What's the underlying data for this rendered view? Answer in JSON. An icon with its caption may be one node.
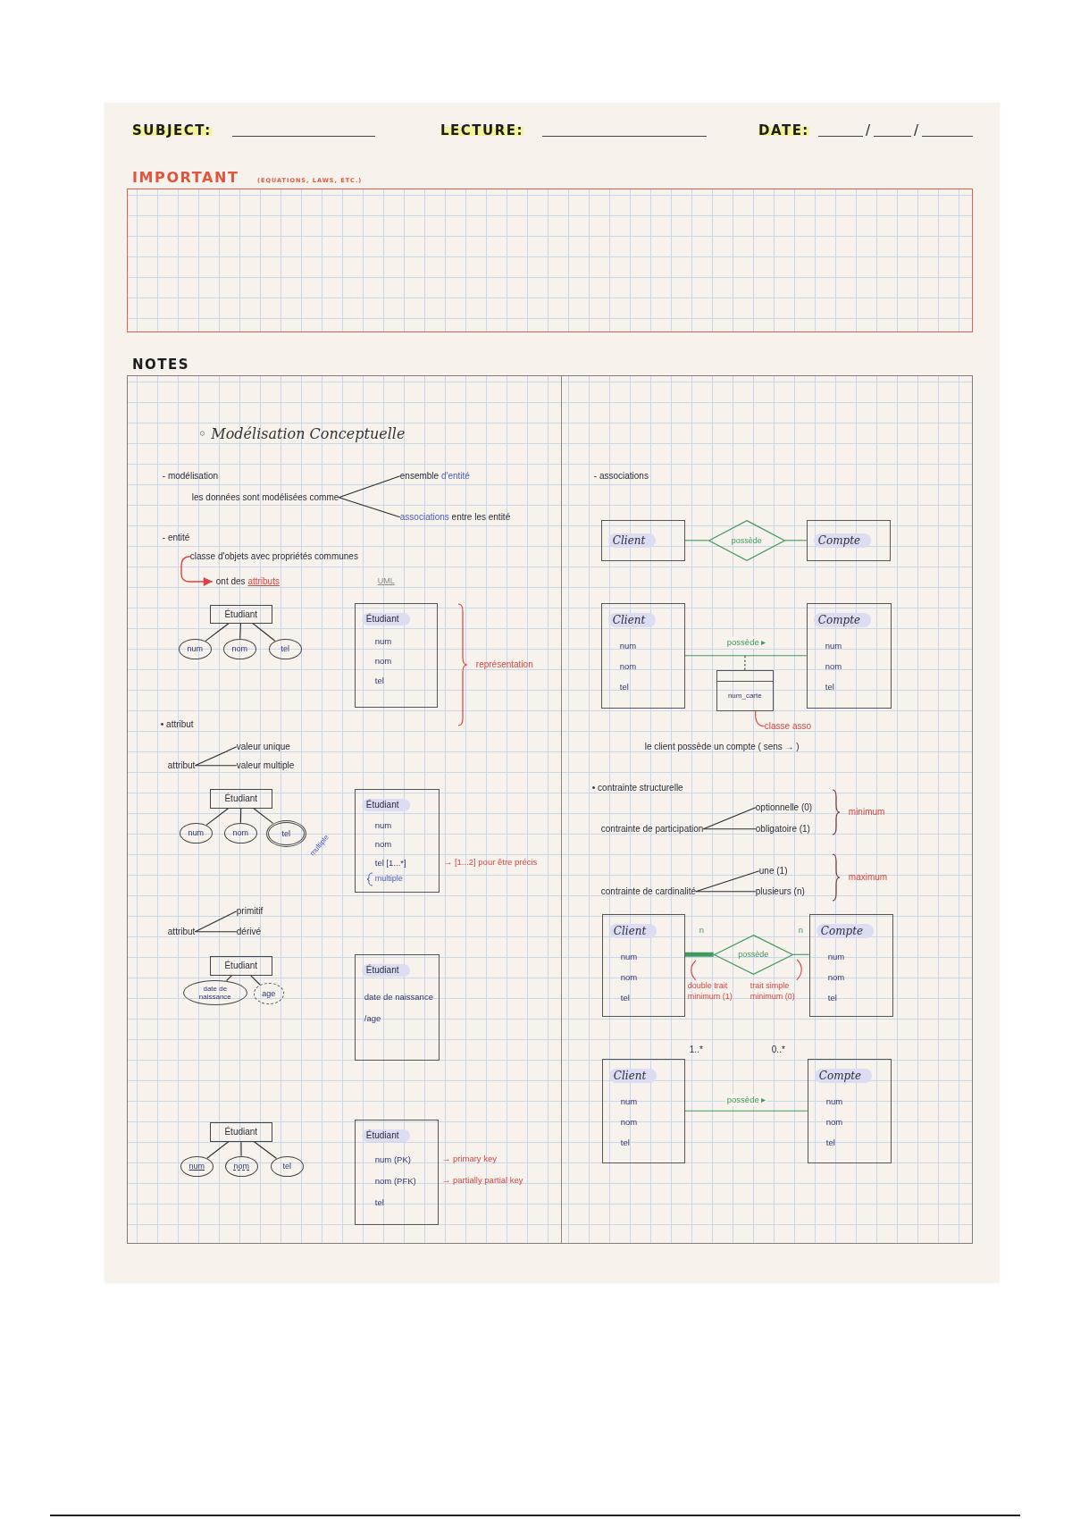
{
  "diagram": {
    "title": "◦ Modélisation Conceptuelle",
    "nodes": [
      {
        "text": [
          "IMPORTANT",
          "(EQUATIONS, LAWS, ETC.)"
        ]
      },
      {
        "text": [
          "NOTES"
        ]
      },
      {
        "text": [
          "les données sont modélisées comme"
        ],
        "in": 1
      },
      {
        "text": [
          "ensemble d'entité"
        ],
        "in": 1
      },
      {
        "text": [
          "associations entre les entité"
        ],
        "in": 1
      },
      {
        "text": [
          "classe d'objets avec propriétés communes"
        ],
        "in": 1
      },
      {
        "text": [
          "ont des attributs"
        ],
        "in": 1
      },
      {
        "text": [
          "Étudiant"
        ],
        "in": 1
      },
      {
        "text": [
          "num"
        ],
        "in": 1
      },
      {
        "text": [
          "nom"
        ],
        "in": 1
      },
      {
        "text": [
          "tel"
        ],
        "in": 1
      },
      {
        "text": [
          "Étudiant",
          "num",
          "nom",
          "tel"
        ],
        "in": 1
      },
      {
        "text": [
          "attribut"
        ],
        "in": 1
      },
      {
        "text": [
          "valeur unique"
        ],
        "in": 1
      },
      {
        "text": [
          "valeur multiple"
        ],
        "in": 1
      },
      {
        "text": [
          "Étudiant"
        ],
        "in": 1
      },
      {
        "text": [
          "num"
        ],
        "in": 1
      },
      {
        "text": [
          "nom"
        ],
        "in": 1
      },
      {
        "text": [
          "tel"
        ],
        "in": 1,
        "beside": [
          "multiple"
        ]
      },
      {
        "text": [
          "Étudiant",
          "num",
          "nom",
          "tel [1...*]",
          "multiple"
        ],
        "in": 1,
        "beside": [
          "→ [1...2] pour être précis"
        ]
      },
      {
        "text": [
          "attribut"
        ],
        "in": 1
      },
      {
        "text": [
          "primitif"
        ],
        "in": 1
      },
      {
        "text": [
          "dérivé"
        ],
        "in": 1
      },
      {
        "text": [
          "Étudiant"
        ],
        "in": 1
      },
      {
        "text": [
          "date de naissance"
        ],
        "in": 1
      },
      {
        "text": [
          "age"
        ],
        "in": 1
      },
      {
        "text": [
          "Étudiant",
          "date de naissance",
          "/age"
        ],
        "in": 1
      },
      {
        "text": [
          "Étudiant"
        ],
        "in": 1
      },
      {
        "text": [
          "num"
        ],
        "in": 1
      },
      {
        "text": [
          "nom"
        ],
        "in": 1
      },
      {
        "text": [
          "tel"
        ],
        "in": 1
      },
      {
        "text": [
          "Étudiant",
          "num (PK)",
          "nom (PFK)",
          "tel"
        ],
        "in": 1,
        "beside": [
          "→ primary key",
          "→ partially partial key"
        ]
      },
      {
        "text": [
          "Client"
        ],
        "in": 1
      },
      {
        "text": [
          "possède"
        ],
        "in": 1
      },
      {
        "text": [
          "Compte"
        ],
        "in": 1
      },
      {
        "text": [
          "Client",
          "num",
          "nom",
          "tel"
        ],
        "in": 1
      },
      {
        "text": [
          "Compte",
          "num",
          "nom",
          "tel"
        ],
        "in": 1
      },
      {
        "text": [
          "num_carte"
        ],
        "in": 1
      },
      {
        "text": [
          "classe asso"
        ],
        "in": 1
      },
      {
        "text": [
          "contrainte de participation"
        ],
        "in": 1
      },
      {
        "text": [
          "optionnelle (0)"
        ],
        "in": 1
      },
      {
        "text": [
          "obligatoire (1)"
        ],
        "in": 1
      },
      {
        "text": [
          "contrainte de cardinalité"
        ],
        "in": 1
      },
      {
        "text": [
          "une (1)"
        ],
        "in": 1
      },
      {
        "text": [
          "plusieurs (n)"
        ],
        "in": 1
      },
      {
        "text": [
          "Client",
          "num",
          "nom",
          "tel"
        ],
        "in": 1
      },
      {
        "text": [
          "possède"
        ],
        "in": 1
      },
      {
        "text": [
          "Compte",
          "num",
          "nom",
          "tel"
        ],
        "in": 1
      },
      {
        "text": [
          "double trait minimum (1)"
        ],
        "in": 1
      },
      {
        "text": [
          "trait simple minimum (0)"
        ],
        "in": 1
      },
      {
        "text": [
          "Client",
          "num",
          "nom",
          "tel"
        ],
        "in": 1
      },
      {
        "text": [
          "Compte",
          "num",
          "nom",
          "tel"
        ],
        "in": 1
      }
    ],
    "edges": [
      {
        "from": 2,
        "to": 3,
        "arrow": "none"
      },
      {
        "from": 2,
        "to": 4,
        "arrow": "none"
      },
      {
        "from": 5,
        "to": 6,
        "arrow": "to",
        "color": "#d64541"
      },
      {
        "from": 7,
        "to": 8,
        "arrow": "none"
      },
      {
        "from": 7,
        "to": 9,
        "arrow": "none"
      },
      {
        "from": 7,
        "to": 10,
        "arrow": "none"
      },
      {
        "from": 12,
        "to": 13,
        "arrow": "none"
      },
      {
        "from": 12,
        "to": 14,
        "arrow": "none"
      },
      {
        "from": 15,
        "to": 16,
        "arrow": "none"
      },
      {
        "from": 15,
        "to": 17,
        "arrow": "none"
      },
      {
        "from": 15,
        "to": 18,
        "arrow": "none"
      },
      {
        "from": 20,
        "to": 21,
        "arrow": "none"
      },
      {
        "from": 20,
        "to": 22,
        "arrow": "none"
      },
      {
        "from": 23,
        "to": 24,
        "arrow": "none"
      },
      {
        "from": 23,
        "to": 25,
        "arrow": "none"
      },
      {
        "from": 27,
        "to": 28,
        "arrow": "none"
      },
      {
        "from": 27,
        "to": 29,
        "arrow": "none"
      },
      {
        "from": 27,
        "to": 30,
        "arrow": "none"
      },
      {
        "from": 32,
        "to": 33,
        "arrow": "none",
        "color": "#3f9a5e"
      },
      {
        "from": 33,
        "to": 34,
        "arrow": "none",
        "color": "#3f9a5e"
      },
      {
        "from": 35,
        "to": 36,
        "arrow": "none",
        "label": "possède ▸",
        "color": "#3f9a5e"
      },
      {
        "from": 37,
        "to": null,
        "arrow": "none",
        "style": "dashed"
      },
      {
        "from": 38,
        "to": 37,
        "arrow": "none",
        "color": "#d64541"
      },
      {
        "from": 39,
        "to": 40,
        "arrow": "none"
      },
      {
        "from": 39,
        "to": 41,
        "arrow": "none"
      },
      {
        "from": 42,
        "to": 43,
        "arrow": "none"
      },
      {
        "from": 42,
        "to": 44,
        "arrow": "none"
      },
      {
        "from": 45,
        "to": 46,
        "arrow": "none",
        "label": "n",
        "style": "thick",
        "color": "#3f9a5e"
      },
      {
        "from": 46,
        "to": 47,
        "arrow": "none",
        "label": "n",
        "color": "#3f9a5e"
      },
      {
        "from": 48,
        "to": null,
        "arrow": "none",
        "color": "#d64541"
      },
      {
        "from": 49,
        "to": null,
        "arrow": "none",
        "color": "#d64541"
      },
      {
        "from": 50,
        "to": 51,
        "arrow": "none",
        "label": "possède ▸",
        "color": "#3f9a5e"
      }
    ],
    "labels": [
      "SUBJECT:",
      "LECTURE:",
      "DATE:",
      "/",
      "/",
      "- modélisation",
      "- entité",
      "UML",
      "représentation",
      "• attribut",
      "- associations",
      "le client possède un compte ( sens → )",
      "• contrainte structurelle",
      "minimum",
      "maximum",
      "1..*",
      "0..*"
    ]
  }
}
